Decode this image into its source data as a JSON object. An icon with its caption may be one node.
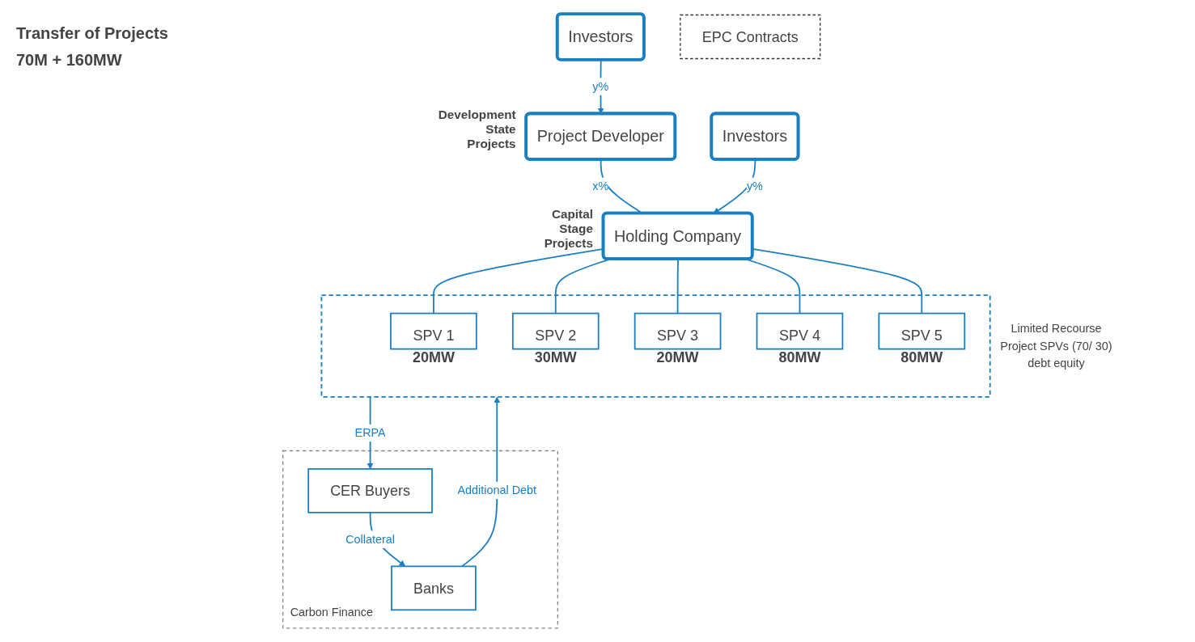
{
  "diagram": {
    "nodes": [
      {
        "text": [
          "Investors"
        ]
      },
      {
        "text": [
          "Project Developer"
        ],
        "beside": [
          "Development State Projects"
        ]
      },
      {
        "text": [
          "Investors"
        ]
      },
      {
        "text": [
          "Holding Company"
        ],
        "beside": [
          "Capital Stage Projects"
        ]
      },
      {
        "text": [
          "Carbon Finance"
        ]
      },
      {
        "text": [
          "Banks"
        ],
        "in": 4
      },
      {
        "text": [
          "CER Buyers"
        ],
        "in": 4
      },
      {
        "text": [
          "Limited Recourse Project SPVs (70/ 30) debt equity"
        ]
      },
      {
        "text": [
          "SPV 1"
        ],
        "in": 7,
        "beside": [
          "20MW"
        ]
      },
      {
        "text": [
          "SPV 2"
        ],
        "in": 7,
        "beside": [
          "30MW"
        ]
      },
      {
        "text": [
          "SPV 3"
        ],
        "in": 7,
        "beside": [
          "20MW"
        ]
      },
      {
        "text": [
          "SPV 4"
        ],
        "in": 7,
        "beside": [
          "80MW"
        ]
      },
      {
        "text": [
          "SPV 5"
        ],
        "in": 7,
        "beside": [
          "80MW"
        ]
      },
      {
        "text": [
          "EPC Contracts"
        ]
      }
    ],
    "edges": [
      {
        "from": 0,
        "to": 1,
        "arrow": "to",
        "label": "y%"
      },
      {
        "from": 1,
        "to": 3,
        "arrow": "none",
        "label": "x%"
      },
      {
        "from": 2,
        "to": 3,
        "arrow": "to",
        "label": "y%"
      },
      {
        "from": 3,
        "to": 8,
        "arrow": "none"
      },
      {
        "from": 3,
        "to": 9,
        "arrow": "none"
      },
      {
        "from": 3,
        "to": 10,
        "arrow": "none"
      },
      {
        "from": 3,
        "to": 11,
        "arrow": "none"
      },
      {
        "from": 3,
        "to": 12,
        "arrow": "none"
      },
      {
        "from": 5,
        "to": 7,
        "arrow": "to",
        "label": "Additional Debt"
      },
      {
        "from": 7,
        "to": 6,
        "arrow": "to",
        "label": "ERPA"
      },
      {
        "from": 6,
        "to": 5,
        "arrow": "to",
        "label": "Collateral"
      }
    ],
    "labels": [
      "Transfer of Projects",
      "70M + 160MW"
    ]
  }
}
